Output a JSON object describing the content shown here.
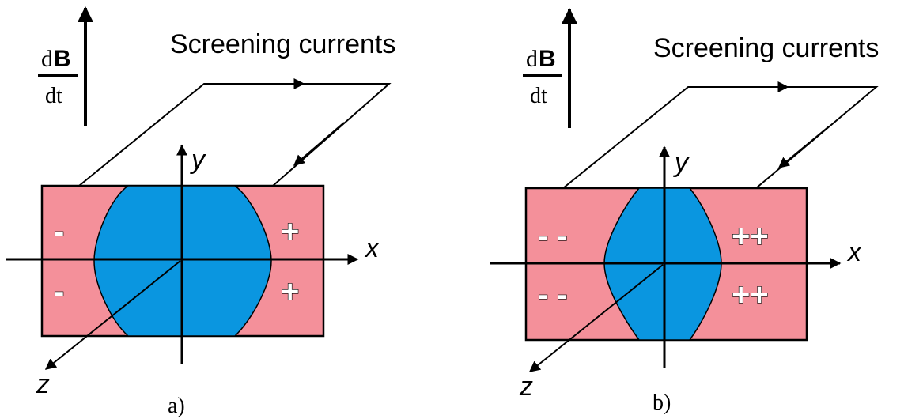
{
  "panels": [
    {
      "id": "a",
      "caption": "a)",
      "title": "Screening currents",
      "rate_label": {
        "d": "d",
        "B": "B",
        "dt": "dt"
      },
      "axes": {
        "x": "x",
        "y": "y",
        "z": "z"
      },
      "signs": {
        "left_top": "-",
        "left_bottom": "-",
        "right_top": "+",
        "right_bottom": "+"
      }
    },
    {
      "id": "b",
      "caption": "b)",
      "title": "Screening currents",
      "rate_label": {
        "d": "d",
        "B": "B",
        "dt": "dt"
      },
      "axes": {
        "x": "x",
        "y": "y",
        "z": "z"
      },
      "signs": {
        "left_top": "- -",
        "left_bottom": "- -",
        "right_top": "++",
        "right_bottom": "++"
      }
    }
  ],
  "colors": {
    "pink_region": "#f4909a",
    "blue_region": "#0a96e0",
    "lines": "#000000"
  }
}
